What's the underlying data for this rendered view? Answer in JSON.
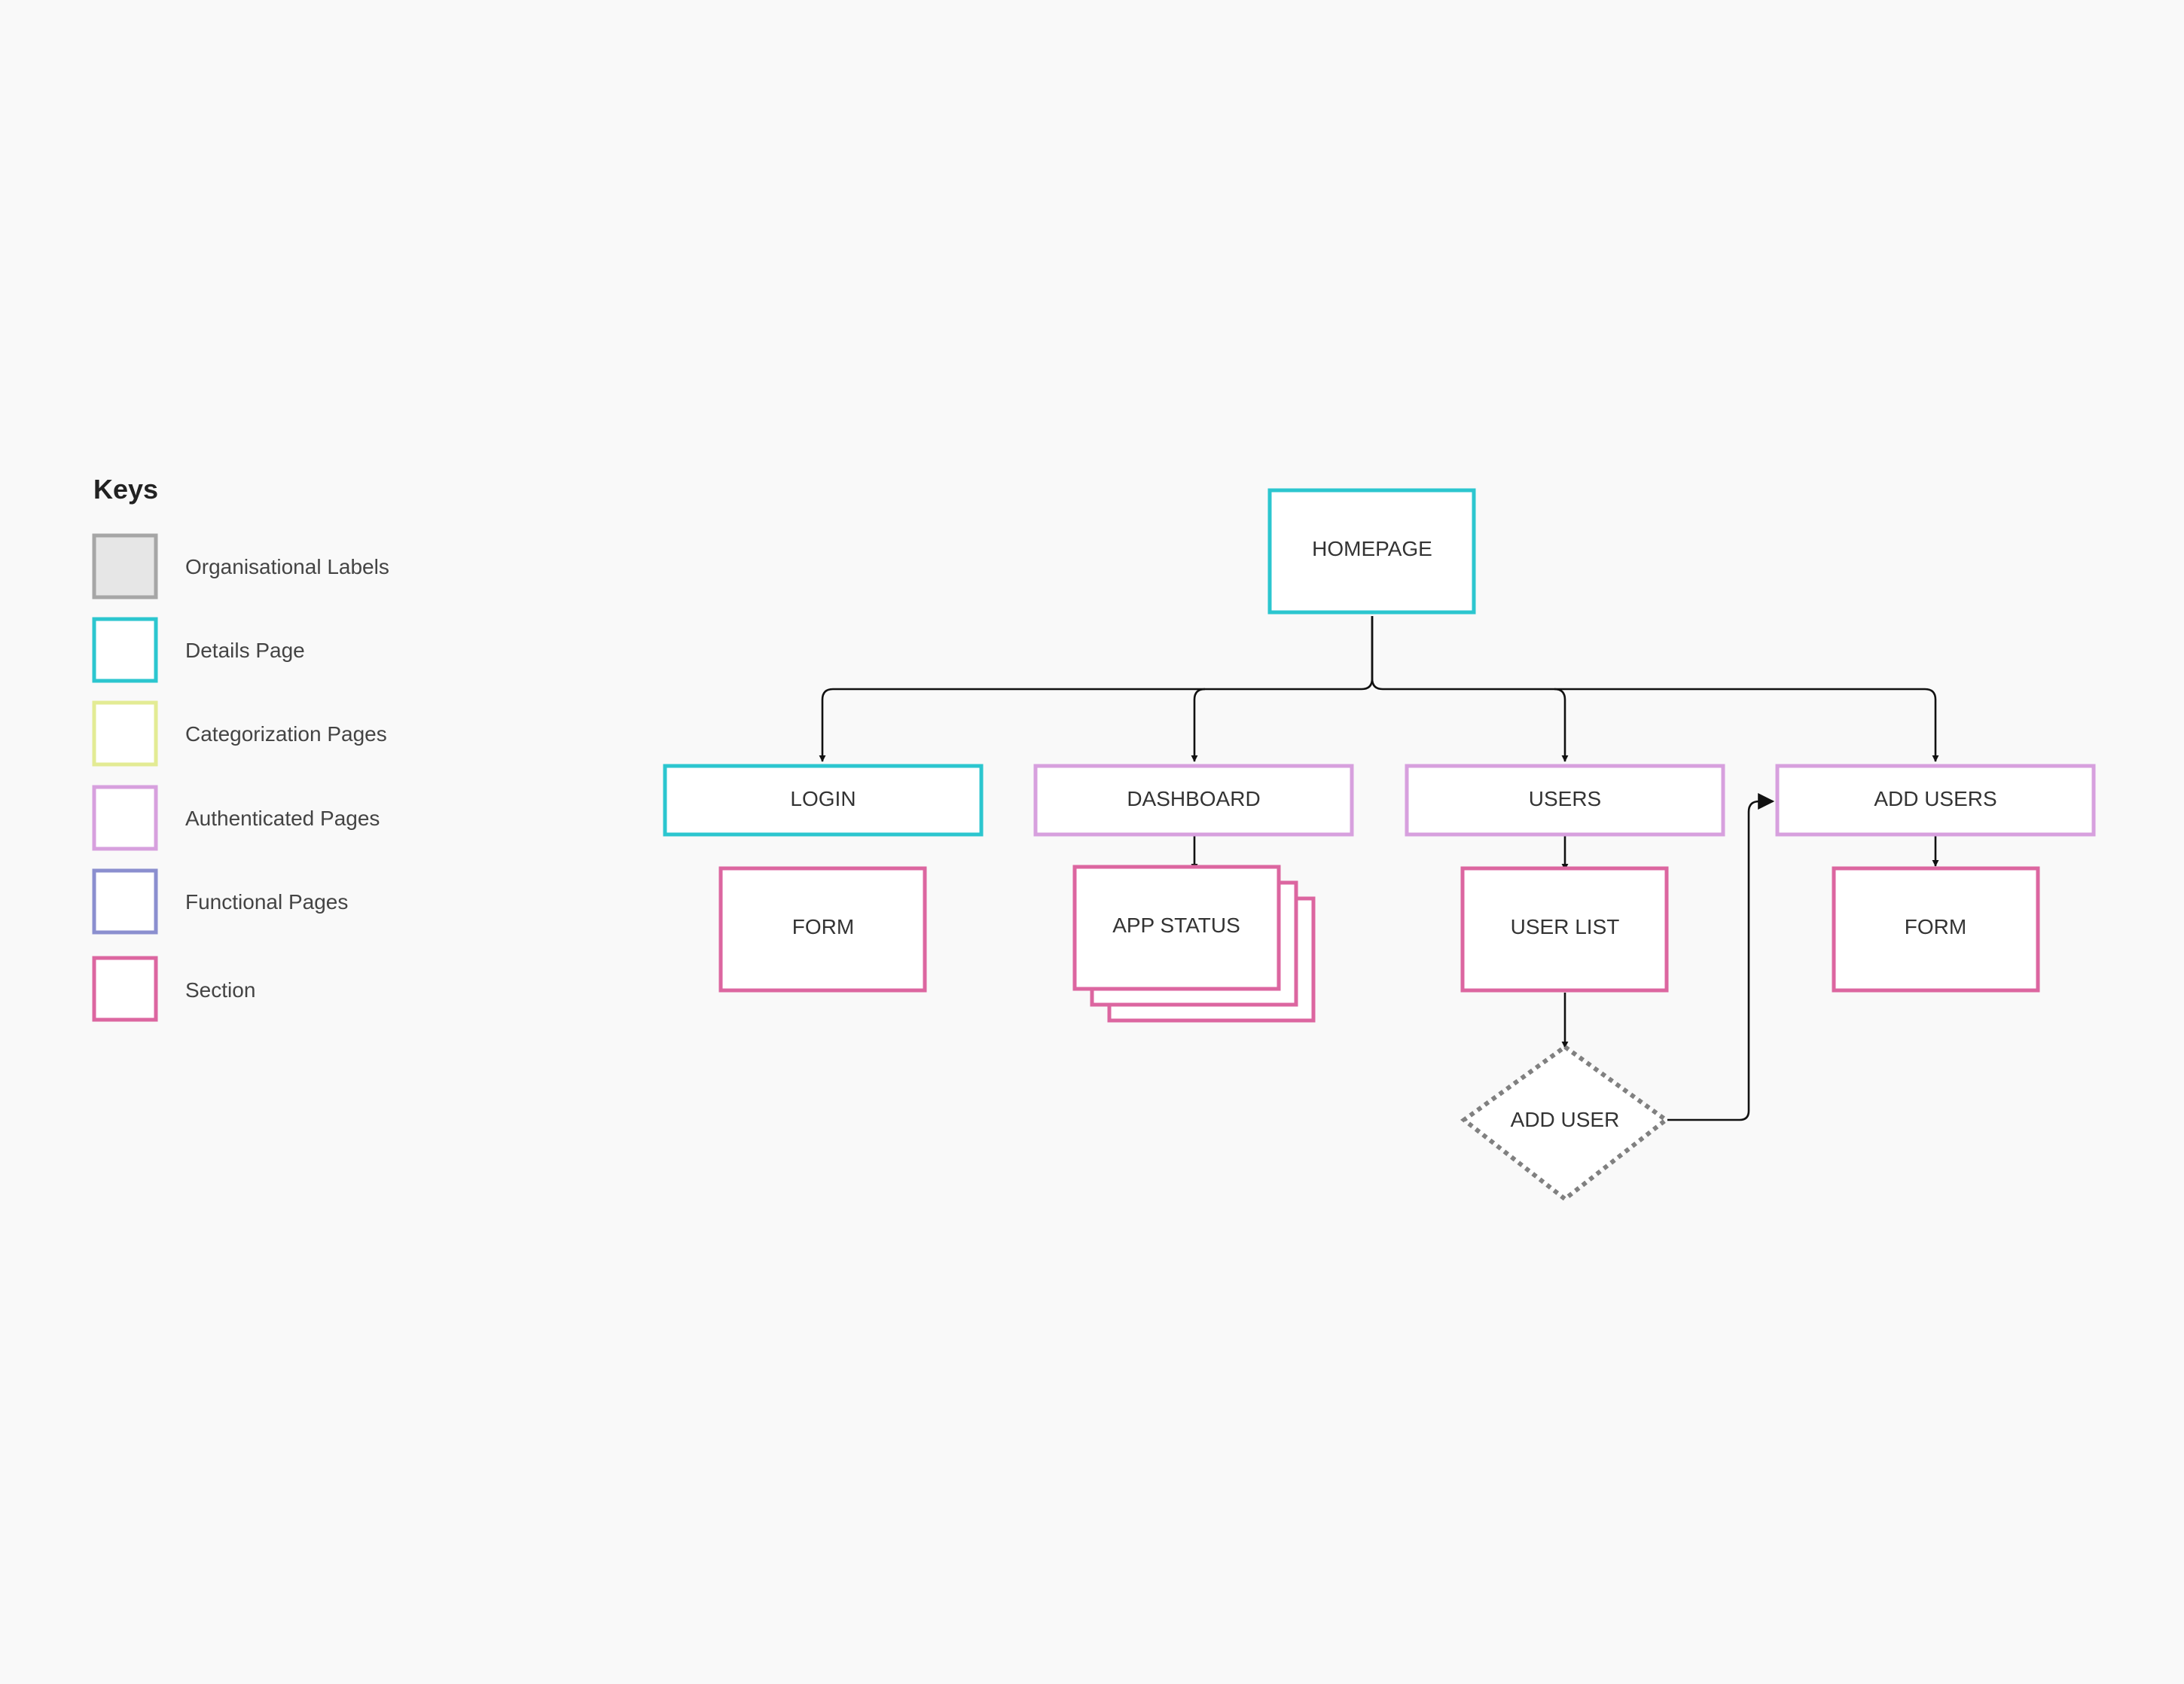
{
  "legend": {
    "title": "Keys",
    "items": [
      {
        "label": "Organisational Labels",
        "stroke": "#a6a6a6",
        "fill": "#e6e6e6"
      },
      {
        "label": "Details Page",
        "stroke": "#2cc6cf",
        "fill": "#ffffff"
      },
      {
        "label": "Categorization Pages",
        "stroke": "#e3eb94",
        "fill": "#ffffff"
      },
      {
        "label": "Authenticated Pages",
        "stroke": "#d7a0de",
        "fill": "#ffffff"
      },
      {
        "label": "Functional Pages",
        "stroke": "#8b8fcf",
        "fill": "#ffffff"
      },
      {
        "label": "Section",
        "stroke": "#dc66a0",
        "fill": "#ffffff"
      }
    ]
  },
  "nodes": {
    "homepage": {
      "label": "HOMEPAGE",
      "stroke": "#2cc6cf"
    },
    "login": {
      "label": "LOGIN",
      "stroke": "#2cc6cf"
    },
    "dashboard": {
      "label": "DASHBOARD",
      "stroke": "#d7a0de"
    },
    "users": {
      "label": "USERS",
      "stroke": "#d7a0de"
    },
    "add_users": {
      "label": "ADD USERS",
      "stroke": "#d7a0de"
    },
    "login_form": {
      "label": "FORM",
      "stroke": "#dc66a0"
    },
    "app_status": {
      "label": "APP STATUS",
      "stroke": "#dc66a0"
    },
    "user_list": {
      "label": "USER LIST",
      "stroke": "#dc66a0"
    },
    "add_users_form": {
      "label": "FORM",
      "stroke": "#dc66a0"
    },
    "add_user": {
      "label": "ADD USER",
      "stroke": "#808080"
    }
  }
}
